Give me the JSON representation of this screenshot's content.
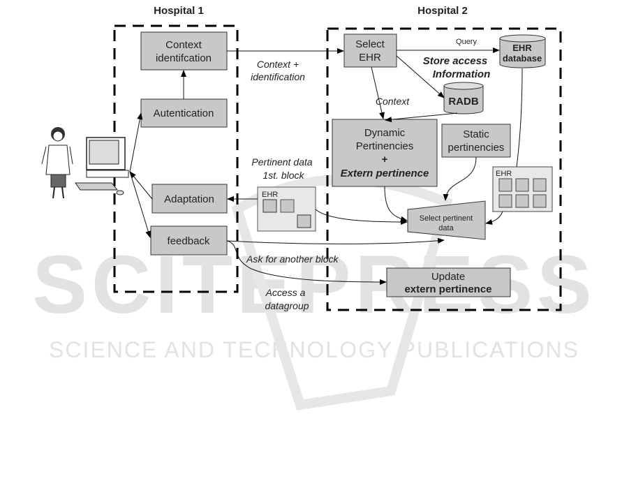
{
  "hospital1": {
    "title": "Hospital 1",
    "boxes": {
      "context": [
        "Context",
        "identifcation"
      ],
      "auth": "Autentication",
      "adaptation": "Adaptation",
      "feedback": "feedback"
    }
  },
  "hospital2": {
    "title": "Hospital 2",
    "select_ehr": [
      "Select",
      "EHR"
    ],
    "ehr_db": [
      "EHR",
      "database"
    ],
    "radb": "RADB",
    "dynamic": [
      "Dynamic",
      "Pertinencies",
      "+",
      "Extern pertinence"
    ],
    "static": [
      "Static",
      "pertinencies"
    ],
    "ehr_panel_label": "EHR",
    "select_pertinent": [
      "Select pertinent",
      "data"
    ],
    "update": [
      "Update",
      "extern pertinence"
    ]
  },
  "edge_labels": {
    "context_ident": [
      "Context +",
      "identification"
    ],
    "query": "Query",
    "store_access": [
      "Store access",
      "Information"
    ],
    "context": "Context",
    "pertinent_block": [
      "Pertinent data",
      "1st. block"
    ],
    "block_ehr": "EHR",
    "ask_block": "Ask for another block",
    "access_group": [
      "Access a",
      "datagroup"
    ]
  },
  "watermark": {
    "logo": "SCITEPRESS",
    "tagline": "SCIENCE AND TECHNOLOGY PUBLICATIONS"
  }
}
